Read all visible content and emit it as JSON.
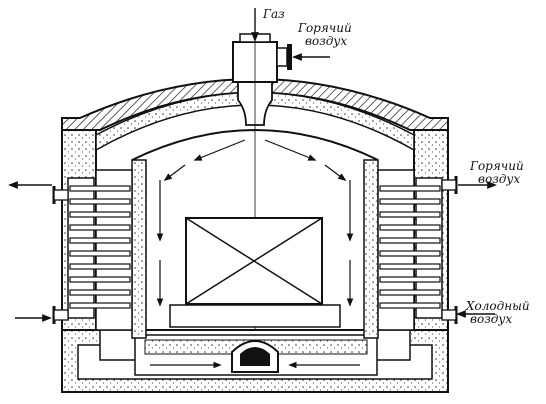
{
  "labels": {
    "gas": "Газ",
    "hot_air_top_1": "Горячий",
    "hot_air_top_2": "воздух",
    "hot_air_right_1": "Горячий",
    "hot_air_right_2": "воздух",
    "cold_air_right_1": "Холодный",
    "cold_air_right_2": "воздух"
  }
}
